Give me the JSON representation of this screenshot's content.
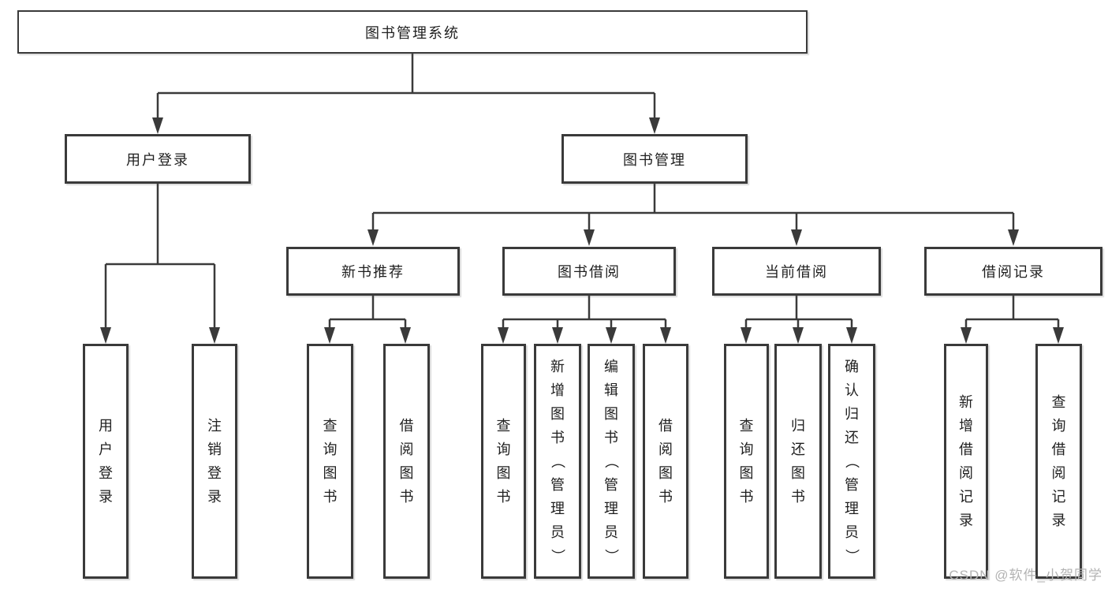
{
  "colors": {
    "line": "#3a3a3a",
    "text": "#1f1f1f",
    "background": "#ffffff",
    "watermark": "#b3b3b3"
  },
  "watermark": {
    "text": "CSDN @软件_小贺同学"
  },
  "tree": {
    "label": "图书管理系统",
    "children": [
      {
        "label": "用户登录",
        "children": [
          {
            "label": "用户登录"
          },
          {
            "label": "注销登录"
          }
        ]
      },
      {
        "label": "图书管理",
        "children": [
          {
            "label": "新书推荐",
            "children": [
              {
                "label": "查询图书"
              },
              {
                "label": "借阅图书"
              }
            ]
          },
          {
            "label": "图书借阅",
            "children": [
              {
                "label": "查询图书"
              },
              {
                "label": "新增图书（管理员）"
              },
              {
                "label": "编辑图书（管理员）"
              },
              {
                "label": "借阅图书"
              }
            ]
          },
          {
            "label": "当前借阅",
            "children": [
              {
                "label": "查询图书"
              },
              {
                "label": "归还图书"
              },
              {
                "label": "确认归还（管理员）"
              }
            ]
          },
          {
            "label": "借阅记录",
            "children": [
              {
                "label": "新增借阅记录"
              },
              {
                "label": "查询借阅记录"
              }
            ]
          }
        ]
      }
    ]
  }
}
